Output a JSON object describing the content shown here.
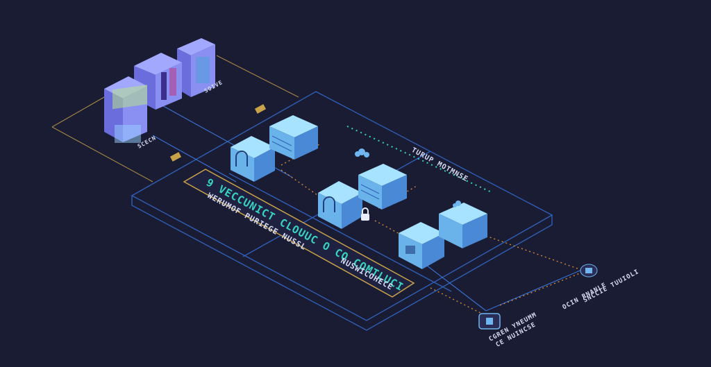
{
  "colors": {
    "background": "#1a1c33",
    "grid_line": "#2f5fb5",
    "server_top": "#8fd2f6",
    "server_left": "#5ea9e0",
    "server_right": "#3f7ed0",
    "rack_front": "#8a8ff2",
    "rack_side": "#5e5fc9",
    "accent_teal": "#38d3c0",
    "accent_gold": "#c9a24a",
    "lock": "#6fb6f0"
  },
  "labels": {
    "banner_main": "9 VECCUNICT CLOUUC O CO COMTLUCI",
    "banner_sub": "WERUMOF PURIEGE NUSSL",
    "banner_sub2": "NUSWICOHECE",
    "network_label": "TURUP MOTMNSE",
    "node1_label": "CGREN YNEUMM",
    "node1_sub": "CE NUINCSE",
    "node2_label": "OCIN RNANLE",
    "node2_sub": "SNCCIE TUUIOLI",
    "rack_label1": "SOIVE",
    "rack_label2": "SCECN"
  },
  "icons": [
    "server-rack-icon",
    "server-cube-icon",
    "lock-icon",
    "cloud-icon",
    "shield-icon"
  ]
}
